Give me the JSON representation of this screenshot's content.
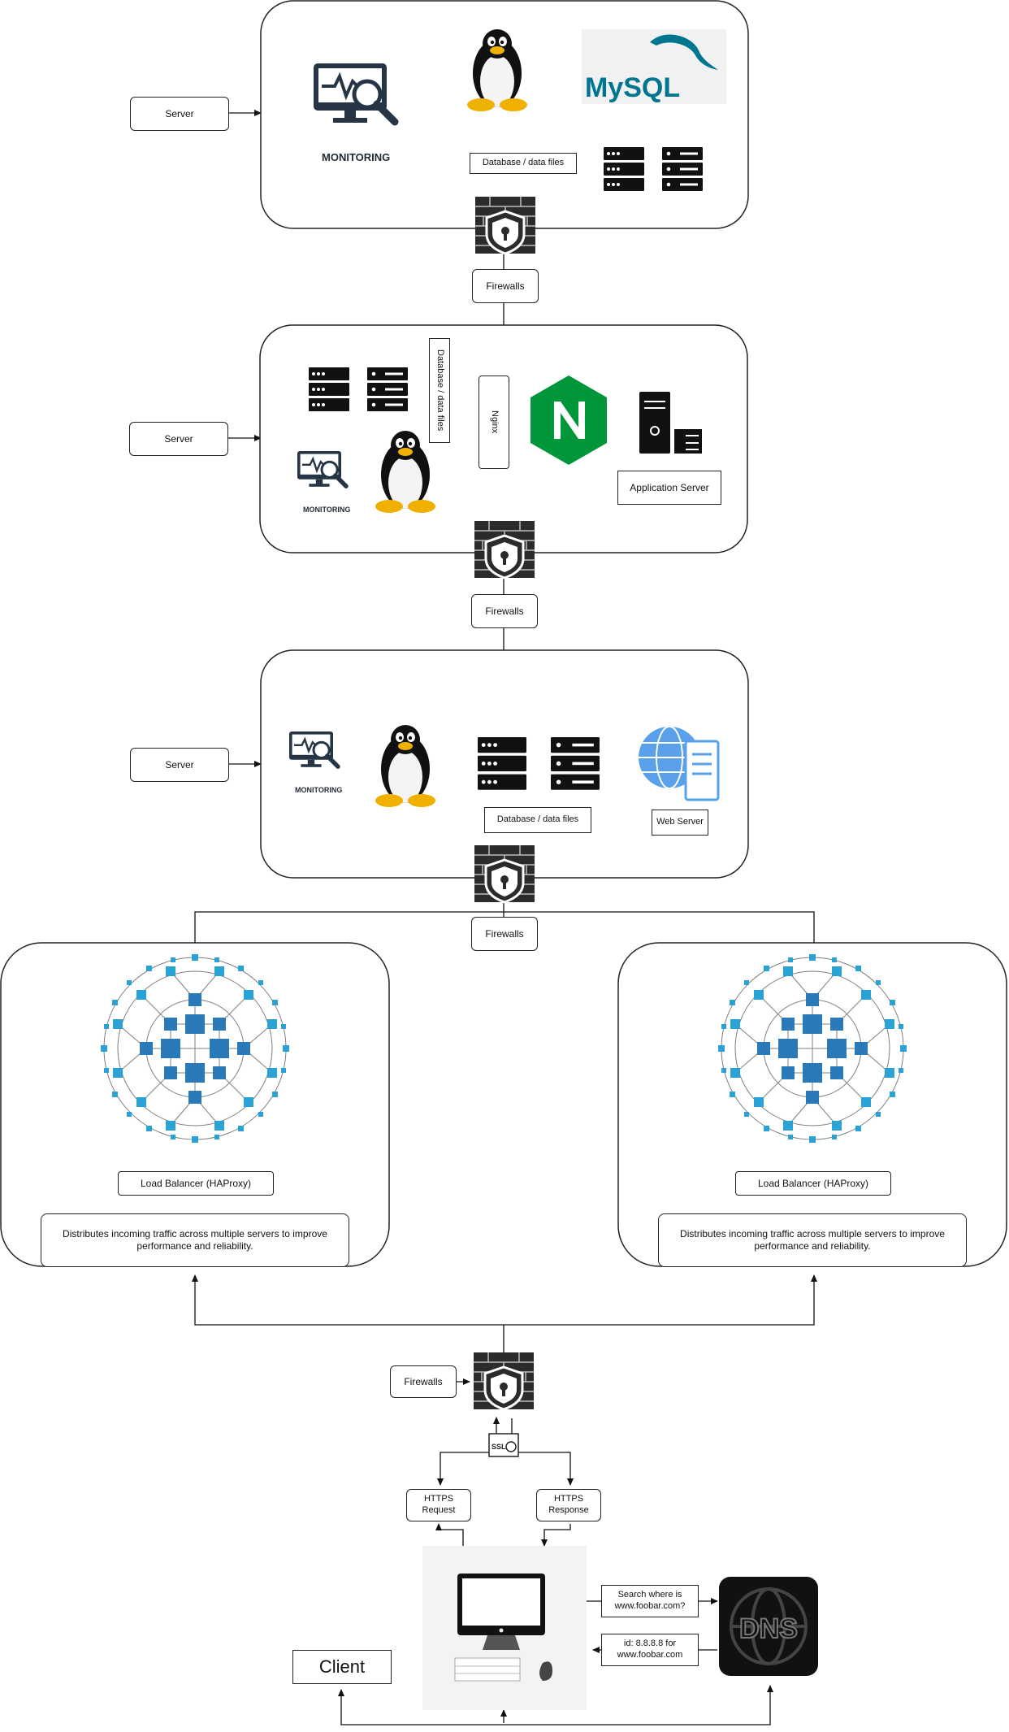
{
  "labels": {
    "server": "Server",
    "monitoring": "MONITORING",
    "database": "Database / data files",
    "firewalls": "Firewalls",
    "nginx": "Nginx",
    "app_server": "Application Server",
    "web_server": "Web Server",
    "load_balancer": "Load Balancer (HAProxy)",
    "lb_description": "Distributes incoming traffic across multiple servers to improve performance and reliability.",
    "https_request": "HTTPS Request",
    "https_response": "HTTPS Response",
    "dns_query": "Search where is www.foobar.com?",
    "dns_answer": "id: 8.8.8.8 for www.foobar.com",
    "client": "Client",
    "mysql_logo": "MySQL",
    "dns_logo": "DNS",
    "ssl_logo": "SSL"
  },
  "icons": {
    "monitoring": "monitor-chart-magnifier-icon",
    "linux": "tux-penguin-icon",
    "database": "server-rack-icon",
    "firewall": "firewall-shield-lock-icon",
    "nginx": "nginx-n-logo-icon",
    "web_server": "globe-server-icon",
    "load_balancer": "network-mesh-icon",
    "computer": "desktop-computer-icon",
    "dns": "dns-globe-icon",
    "ssl": "ssl-certificate-icon"
  },
  "colors": {
    "nginx_green": "#009639",
    "mesh_blue": "#2a79b8",
    "mesh_light": "#2ba2d6",
    "mysql_blue": "#00758f",
    "mysql_orange": "#f29111",
    "stroke": "#222222"
  }
}
